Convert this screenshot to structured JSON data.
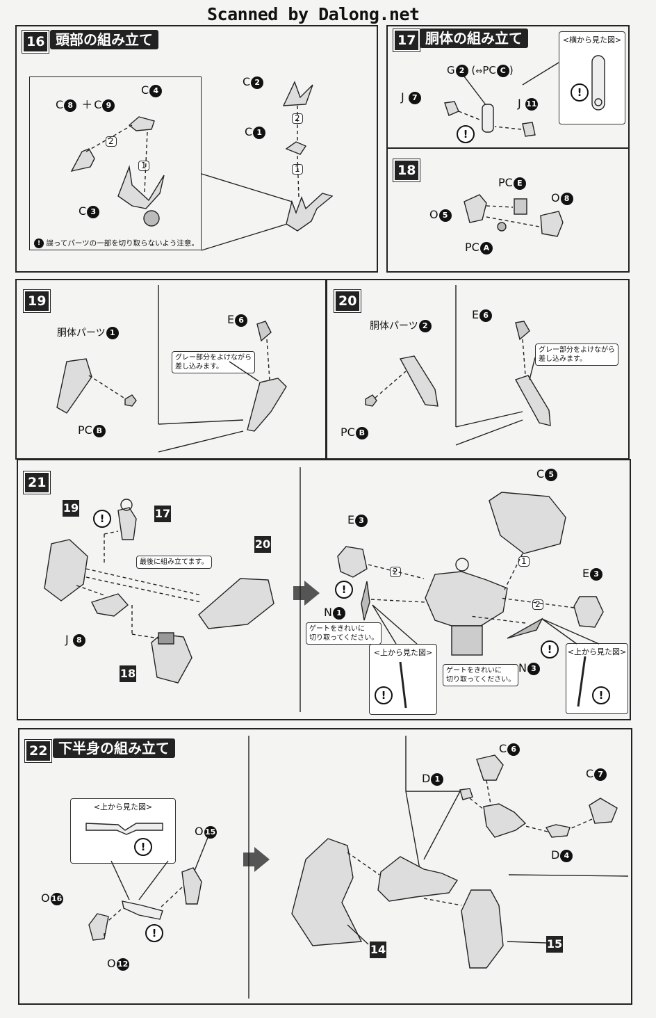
{
  "scan_credit": "Scanned by Dalong.net",
  "steps": {
    "s16": {
      "num": "16",
      "title": "頭部の組み立て",
      "parts": {
        "c8": "8",
        "c9": "9",
        "c4": "4",
        "c3": "3",
        "c2": "2",
        "c1": "1"
      },
      "order": {
        "a": "2",
        "b": "1",
        "c": "2",
        "d": "1"
      },
      "caution": "誤ってパーツの一部を切り取らないよう注意。"
    },
    "s17": {
      "num": "17",
      "title": "胴体の組み立て",
      "side_view": "<横から見た図>",
      "parts": {
        "g2": "2",
        "j7": "7",
        "j11": "11"
      }
    },
    "s18": {
      "num": "18",
      "parts": {
        "o5": "5",
        "o8": "8"
      }
    },
    "s19": {
      "num": "19",
      "body_part": "胴体パーツ",
      "body_num": "1",
      "e6": "6",
      "note": "グレー部分をよけながら\n差し込みます。"
    },
    "s20": {
      "num": "20",
      "body_part": "胴体パーツ",
      "body_num": "2",
      "e6": "6",
      "note": "グレー部分をよけながら\n差し込みます。"
    },
    "s21": {
      "num": "21",
      "ref19": "19",
      "ref17": "17",
      "ref20": "20",
      "ref18": "18",
      "j8": "8",
      "last_note": "最後に組み立てます。",
      "c5": "5",
      "e3a": "3",
      "e3b": "3",
      "n1": "1",
      "n3": "3",
      "order1": "1",
      "order2a": "2",
      "order2b": "2",
      "gate_note": "ゲートをきれいに\n切り取ってください。",
      "top_view": "<上から見た図>"
    },
    "s22": {
      "num": "22",
      "title": "下半身の組み立て",
      "top_view": "<上から見た図>",
      "o15": "15",
      "o16": "16",
      "o12": "12",
      "c6": "6",
      "c7": "7",
      "d1": "1",
      "d4": "4",
      "ref14": "14",
      "ref15": "15"
    }
  },
  "letters": {
    "c": "C",
    "g": "G",
    "j": "J",
    "o": "O",
    "pc": "PC",
    "e": "E",
    "n": "N",
    "d": "D",
    "a": "A",
    "b": "B",
    "pce": "E",
    "pcc": "C",
    "plus": "＋",
    "warn": "!"
  }
}
